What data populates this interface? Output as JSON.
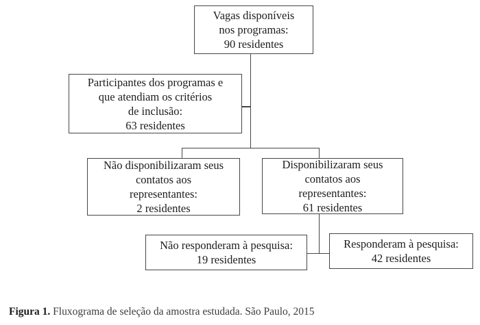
{
  "figure": {
    "caption_label": "Figura 1.",
    "caption_text": " Fluxograma de seleção da amostra estudada. São Paulo, 2015"
  },
  "flowchart": {
    "nodes": [
      {
        "id": "vagas-disponiveis",
        "lines": [
          "Vagas disponíveis",
          "nos programas:",
          "90 residentes"
        ],
        "value": 90
      },
      {
        "id": "participantes-criterios-inclusao",
        "lines": [
          "Participantes dos programas e",
          "que atendiam os critérios",
          "de inclusão:",
          "63 residentes"
        ],
        "value": 63
      },
      {
        "id": "nao-disponibilizaram-contatos",
        "lines": [
          "Não disponibilizaram seus",
          "contatos aos",
          "representantes:",
          "2 residentes"
        ],
        "value": 2
      },
      {
        "id": "disponibilizaram-contatos",
        "lines": [
          "Disponibilizaram seus",
          "contatos aos",
          "representantes:",
          "61 residentes"
        ],
        "value": 61
      },
      {
        "id": "nao-responderam-pesquisa",
        "lines": [
          "Não responderam à pesquisa:",
          "19 residentes"
        ],
        "value": 19
      },
      {
        "id": "responderam-pesquisa",
        "lines": [
          "Responderam à pesquisa:",
          "42 residentes"
        ],
        "value": 42
      }
    ]
  },
  "colors": {
    "background": "#ffffff",
    "box_border": "#454545",
    "box_text": "#1d1d1d",
    "connector": "#454545",
    "caption_text": "#3c3c3c"
  }
}
